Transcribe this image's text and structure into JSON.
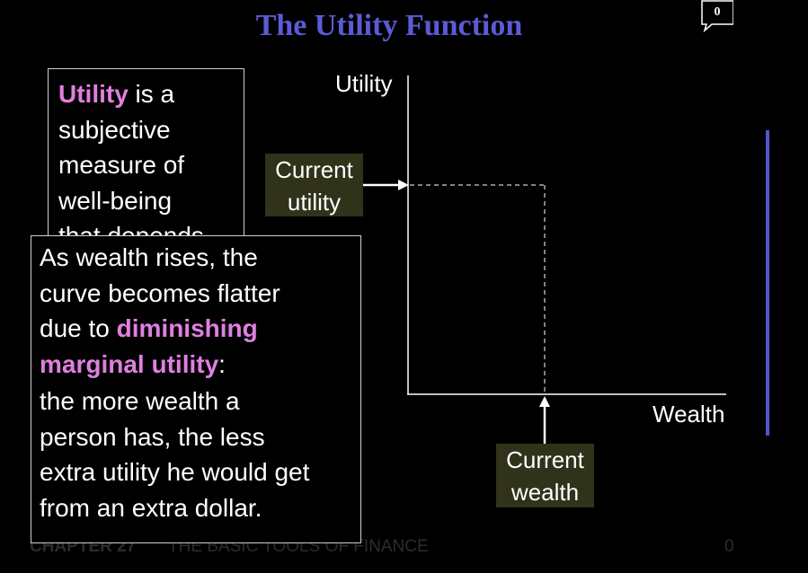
{
  "title": "The Utility Function",
  "comment_count": "0",
  "box1": {
    "term": "Utility",
    "rest_line1": " is a",
    "lines": [
      "subjective",
      "measure of",
      "well-being",
      "that depends"
    ]
  },
  "box2": {
    "line1": "As wealth rises, the",
    "line2": "curve becomes flatter",
    "line3_prefix": "due to ",
    "term_part1": "diminishing",
    "term_part2": "marginal utility",
    "term_suffix": ":",
    "para2": [
      "the more wealth a",
      "person has, the less",
      "extra utility he would get",
      "from an extra dollar."
    ]
  },
  "diagram": {
    "y_axis_label": "Utility",
    "x_axis_label": "Wealth",
    "current_utility_line1": "Current",
    "current_utility_line2": "utility",
    "current_wealth_line1": "Current",
    "current_wealth_line2": "wealth"
  },
  "footer": {
    "chapter": "CHAPTER 27",
    "chapter_title": "THE BASIC TOOLS OF FINANCE",
    "page_number": "0"
  },
  "colors": {
    "title": "#5b5bd6",
    "highlight": "#e07fe0",
    "label_bg": "#31321a",
    "accent_bar": "#5555cc"
  }
}
